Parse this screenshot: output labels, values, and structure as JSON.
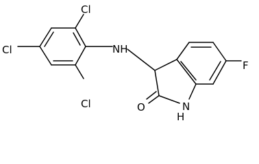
{
  "molecule": {
    "atoms": {
      "cl_top": "Cl",
      "cl_left": "Cl",
      "cl_bottom": "Cl",
      "nh_amine": "NH",
      "fluorine": "F",
      "oxygen": "O",
      "h_lactam": "H",
      "n_lactam": "N"
    }
  },
  "colors": {
    "bond": "#000000",
    "label": "#000000",
    "background": "#ffffff"
  }
}
